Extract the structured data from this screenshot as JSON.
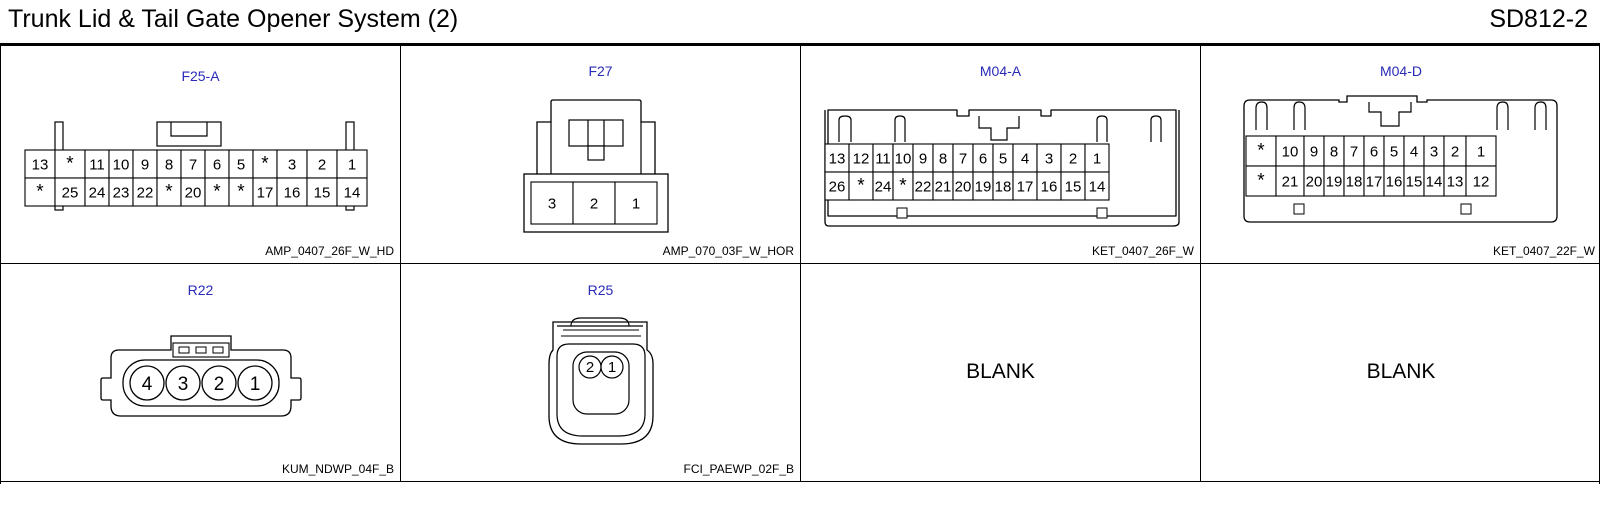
{
  "header": {
    "title": "Trunk Lid & Tail Gate Opener System (2)",
    "code": "SD812-2"
  },
  "connectors": [
    {
      "id": "F25-A",
      "part": "AMP_0407_26F_W_HD",
      "rows": [
        [
          "13",
          "*",
          "11",
          "10",
          "9",
          "8",
          "7",
          "6",
          "5",
          "*",
          "3",
          "2",
          "1"
        ],
        [
          "*",
          "25",
          "24",
          "23",
          "22",
          "*",
          "20",
          "*",
          "*",
          "17",
          "16",
          "15",
          "14"
        ]
      ]
    },
    {
      "id": "F27",
      "part": "AMP_070_03F_W_HOR",
      "rows": [
        [
          "3",
          "2",
          "1"
        ]
      ]
    },
    {
      "id": "M04-A",
      "part": "KET_0407_26F_W",
      "rows": [
        [
          "13",
          "12",
          "11",
          "10",
          "9",
          "8",
          "7",
          "6",
          "5",
          "4",
          "3",
          "2",
          "1"
        ],
        [
          "26",
          "*",
          "24",
          "*",
          "22",
          "21",
          "20",
          "19",
          "18",
          "17",
          "16",
          "15",
          "14"
        ]
      ]
    },
    {
      "id": "M04-D",
      "part": "KET_0407_22F_W",
      "rows": [
        [
          "*",
          "10",
          "9",
          "8",
          "7",
          "6",
          "5",
          "4",
          "3",
          "2",
          "1"
        ],
        [
          "*",
          "21",
          "20",
          "19",
          "18",
          "17",
          "16",
          "15",
          "14",
          "13",
          "12"
        ]
      ]
    },
    {
      "id": "R22",
      "part": "KUM_NDWP_04F_B",
      "rows": [
        [
          "4",
          "3",
          "2",
          "1"
        ]
      ]
    },
    {
      "id": "R25",
      "part": "FCI_PAEWP_02F_B",
      "rows": [
        [
          "2",
          "1"
        ]
      ]
    }
  ],
  "blank_label": "BLANK"
}
